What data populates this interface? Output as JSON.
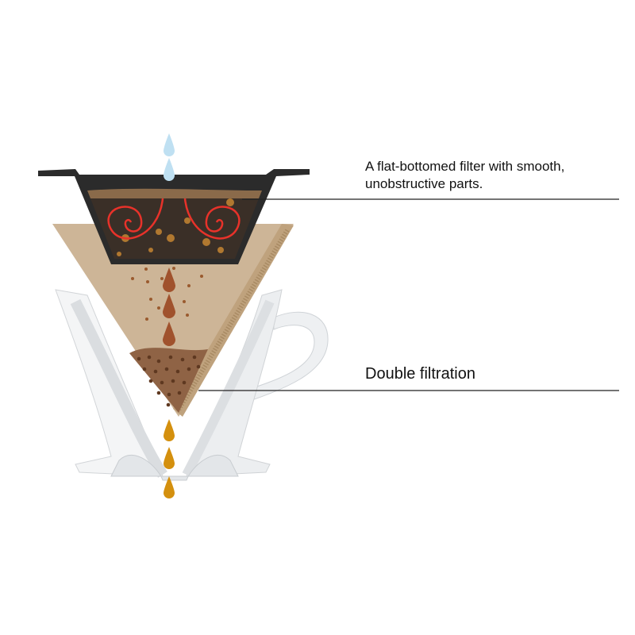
{
  "callouts": [
    {
      "lines": [
        "A flat-bottomed filter with smooth,",
        "unobstructive parts."
      ]
    },
    {
      "lines": [
        "Double filtration"
      ]
    }
  ],
  "colors": {
    "water": "#bfe0f2",
    "basket": "#2b2b2b",
    "coffee_bed": "#3a2f27",
    "swirl": "#e8322a",
    "paper": "#c8b08e",
    "grounds": "#8a5a3a",
    "brew_drop": "#a0522d",
    "extract_drop": "#d4900e"
  }
}
